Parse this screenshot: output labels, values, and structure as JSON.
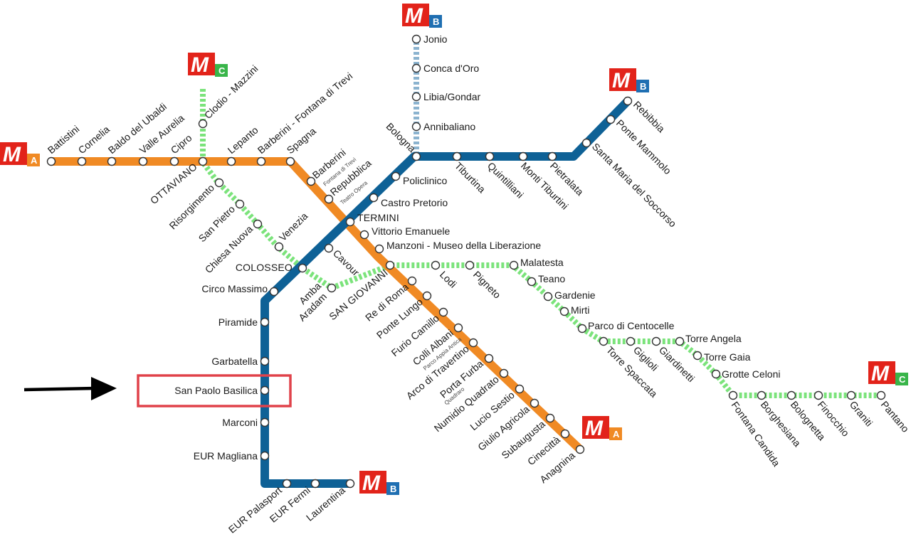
{
  "colors": {
    "line_a": "#f08a24",
    "line_b": "#0e6196",
    "line_b1": "#8bb3cf",
    "line_c": "#7be37b",
    "metro_red": "#e2231a",
    "badge_b_bg": "#1f6fb2",
    "badge_c_bg": "#39b54a",
    "badge_a_bg": "#f08a24",
    "highlight": "#e0424a"
  },
  "logos": {
    "metro_glyph": "M",
    "a": "A",
    "b": "B",
    "c": "C"
  },
  "line_a_stations": [
    "Battistini",
    "Cornelia",
    "Baldo del Ubaldi",
    "Valle Aurelia",
    "Cipro",
    "OTTAVIANO",
    "Lepanto",
    "Barberini - Fontana di Trevi",
    "Spagna",
    "Barberini",
    "Repubblica",
    "TERMINI",
    "Vittorio Emanuele",
    "Manzoni - Museo della Liberazione",
    "SAN GIOVANNI",
    "Re di Roma",
    "Ponte Lungo",
    "Furio Camillo",
    "Colli Albani",
    "Arco di Travertino",
    "Porta Furba",
    "Numidio Quadrato",
    "Lucio Sestio",
    "Giulio Agricola",
    "Subaugusta",
    "Cinecittà",
    "Anagnina"
  ],
  "line_a_small_notes": [
    "Fontana di Trevi",
    "Teatro Opera",
    "Parco Appia Antica",
    "Quadraro"
  ],
  "line_b_stations": [
    "Rebibbia",
    "Ponte Mammolo",
    "Santa Maria del Soccorso",
    "Pietralata",
    "Monti Tiburtini",
    "Quintilliani",
    "Tiburtina",
    "Bologna",
    "Policlinico",
    "Castro Pretorio",
    "TERMINI",
    "Cavour",
    "COLOSSEO",
    "Circo Massimo",
    "Piramide",
    "Garbatella",
    "San Paolo Basilica",
    "Marconi",
    "EUR Magliana",
    "EUR Palasport",
    "EUR Fermi",
    "Laurentina"
  ],
  "line_b1_stations": [
    "Jonio",
    "Conca d'Oro",
    "Libia/Gondar",
    "Annibaliano"
  ],
  "line_c_stations": [
    "Clodio - Mazzini",
    "Risorgimento",
    "San Pietro",
    "Chiesa Nuova",
    "Venezia",
    "Amba",
    "Aradam",
    "Lodi",
    "Pigneto",
    "Malatesta",
    "Teano",
    "Gardenie",
    "Mirti",
    "Parco di Centocelle",
    "Torre Spaccata",
    "Giglioli",
    "Giardinetti",
    "Torre Angela",
    "Torre Gaia",
    "Grotte Celoni",
    "Fontana Candida",
    "Borghesiana",
    "Bolognetta",
    "Finocchio",
    "Graniti",
    "Pantano"
  ],
  "highlighted_station": "San Paolo Basilica"
}
